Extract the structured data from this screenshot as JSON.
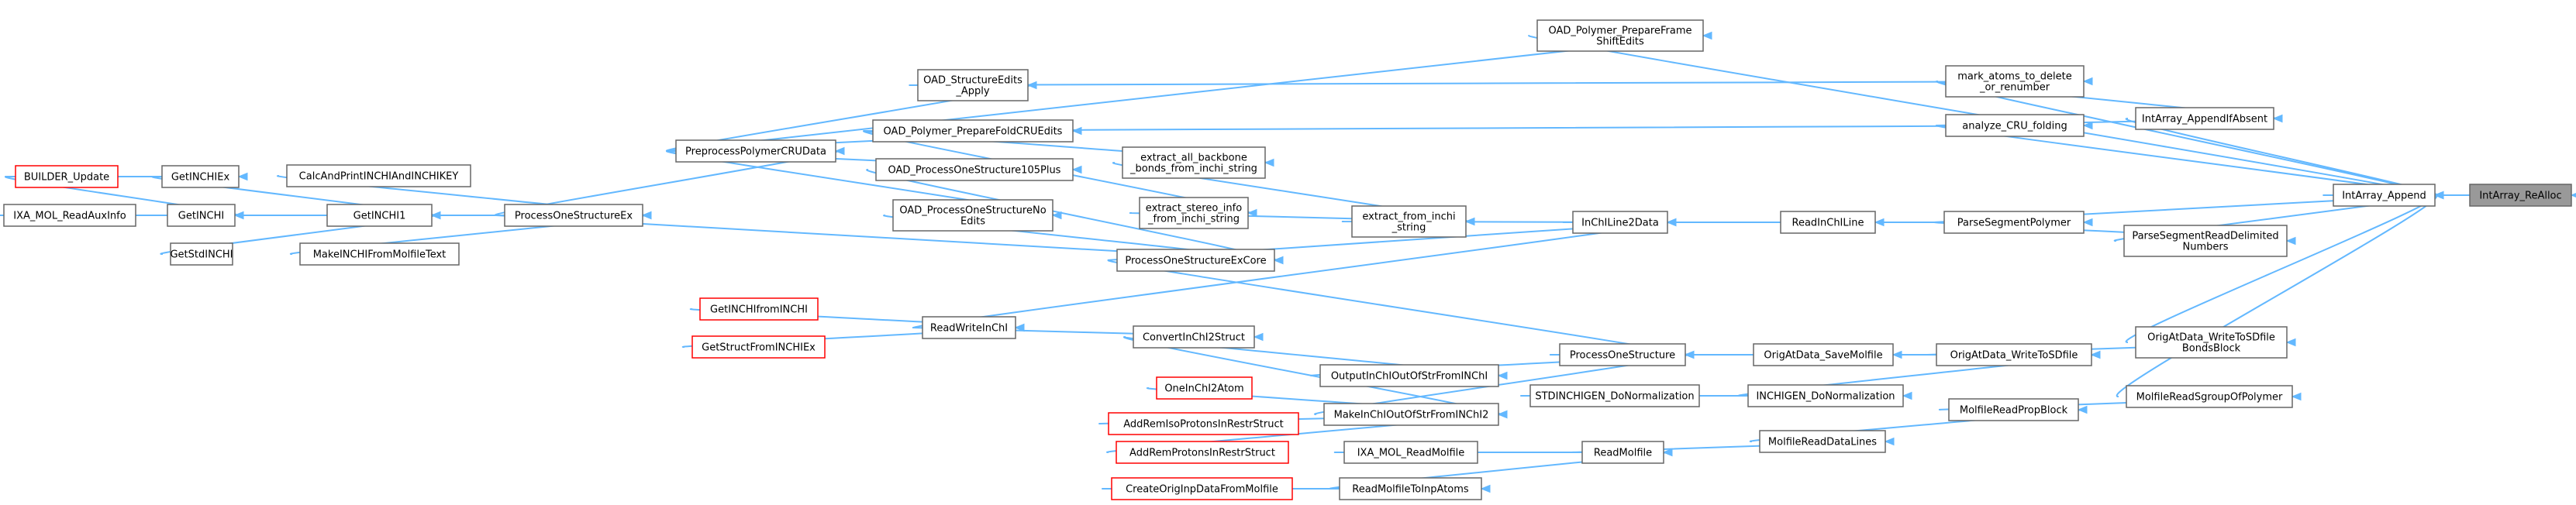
{
  "graph": {
    "nodes": [
      {
        "id": "IntArray_ReAlloc",
        "label": [
          "IntArray_ReAlloc"
        ],
        "style": "root"
      },
      {
        "id": "IntArray_Append",
        "label": [
          "IntArray_Append"
        ],
        "style": "normal"
      },
      {
        "id": "IntArray_AppendIfAbsent",
        "label": [
          "IntArray_AppendIfAbsent"
        ],
        "style": "normal"
      },
      {
        "id": "ParseSegmentPolymer",
        "label": [
          "ParseSegmentPolymer"
        ],
        "style": "normal"
      },
      {
        "id": "ParseSegmentReadDelimitedNumbers",
        "label": [
          "ParseSegmentReadDelimited",
          "Numbers"
        ],
        "style": "normal"
      },
      {
        "id": "OrigAtData_WriteToSDfileBondsBlock",
        "label": [
          "OrigAtData_WriteToSDfile",
          "BondsBlock"
        ],
        "style": "normal"
      },
      {
        "id": "MolfileReadSgroupOfPolymer",
        "label": [
          "MolfileReadSgroupOfPolymer"
        ],
        "style": "normal"
      },
      {
        "id": "OAD_Polymer_PrepareFrameShiftEdits",
        "label": [
          "OAD_Polymer_PrepareFrame",
          "ShiftEdits"
        ],
        "style": "normal"
      },
      {
        "id": "mark_atoms_to_delete_or_renumber",
        "label": [
          "mark_atoms_to_delete",
          "_or_renumber"
        ],
        "style": "normal"
      },
      {
        "id": "analyze_CRU_folding",
        "label": [
          "analyze_CRU_folding"
        ],
        "style": "normal"
      },
      {
        "id": "ReadInChILine",
        "label": [
          "ReadInChILine"
        ],
        "style": "normal"
      },
      {
        "id": "OrigAtData_WriteToSDfile",
        "label": [
          "OrigAtData_WriteToSDfile"
        ],
        "style": "normal"
      },
      {
        "id": "MolfileReadPropBlock",
        "label": [
          "MolfileReadPropBlock"
        ],
        "style": "normal"
      },
      {
        "id": "OAD_StructureEdits_Apply",
        "label": [
          "OAD_StructureEdits",
          "_Apply"
        ],
        "style": "normal"
      },
      {
        "id": "OAD_Polymer_PrepareFoldCRUEdits",
        "label": [
          "OAD_Polymer_PrepareFoldCRUEdits"
        ],
        "style": "normal"
      },
      {
        "id": "InChILine2Data",
        "label": [
          "InChILine2Data"
        ],
        "style": "normal"
      },
      {
        "id": "OrigAtData_SaveMolfile",
        "label": [
          "OrigAtData_SaveMolfile"
        ],
        "style": "normal"
      },
      {
        "id": "INCHIGEN_DoNormalization",
        "label": [
          "INCHIGEN_DoNormalization"
        ],
        "style": "normal"
      },
      {
        "id": "MolfileReadDataLines",
        "label": [
          "MolfileReadDataLines"
        ],
        "style": "normal"
      },
      {
        "id": "PreprocessPolymerCRUData",
        "label": [
          "PreprocessPolymerCRUData"
        ],
        "style": "normal"
      },
      {
        "id": "extract_all_backbone_bonds_from_inchi_string",
        "label": [
          "extract_all_backbone",
          "_bonds_from_inchi_string"
        ],
        "style": "normal"
      },
      {
        "id": "extract_stereo_info_from_inchi_string",
        "label": [
          "extract_stereo_info",
          "_from_inchi_string"
        ],
        "style": "normal"
      },
      {
        "id": "extract_from_inchi_string",
        "label": [
          "extract_from_inchi",
          "_string"
        ],
        "style": "normal"
      },
      {
        "id": "ProcessOneStructureExCore",
        "label": [
          "ProcessOneStructureExCore"
        ],
        "style": "normal"
      },
      {
        "id": "ReadWriteInChI",
        "label": [
          "ReadWriteInChI"
        ],
        "style": "normal"
      },
      {
        "id": "ProcessOneStructure",
        "label": [
          "ProcessOneStructure"
        ],
        "style": "normal"
      },
      {
        "id": "STDINCHIGEN_DoNormalization",
        "label": [
          "STDINCHIGEN_DoNormalization"
        ],
        "style": "normal"
      },
      {
        "id": "ReadMolfile",
        "label": [
          "ReadMolfile"
        ],
        "style": "normal"
      },
      {
        "id": "ProcessOneStructureEx",
        "label": [
          "ProcessOneStructureEx"
        ],
        "style": "normal"
      },
      {
        "id": "OAD_ProcessOneStructure105Plus",
        "label": [
          "OAD_ProcessOneStructure105Plus"
        ],
        "style": "normal"
      },
      {
        "id": "OAD_ProcessOneStructureNoEdits",
        "label": [
          "OAD_ProcessOneStructureNo",
          "Edits"
        ],
        "style": "normal"
      },
      {
        "id": "GetINCHIfromINCHI",
        "label": [
          "GetINCHIfromINCHI"
        ],
        "style": "red"
      },
      {
        "id": "GetStructFromINCHIEx",
        "label": [
          "GetStructFromINCHIEx"
        ],
        "style": "red"
      },
      {
        "id": "ConvertInChI2Struct",
        "label": [
          "ConvertInChI2Struct"
        ],
        "style": "normal"
      },
      {
        "id": "OutputInChIOutOfStrFromINChI",
        "label": [
          "OutputInChIOutOfStrFromINChI"
        ],
        "style": "normal"
      },
      {
        "id": "MakeInChIOutOfStrFromINChI2",
        "label": [
          "MakeInChIOutOfStrFromINChI2"
        ],
        "style": "normal"
      },
      {
        "id": "IXA_MOL_ReadMolfile",
        "label": [
          "IXA_MOL_ReadMolfile"
        ],
        "style": "normal"
      },
      {
        "id": "ReadMolfileToInpAtoms",
        "label": [
          "ReadMolfileToInpAtoms"
        ],
        "style": "normal"
      },
      {
        "id": "OneInChI2Atom",
        "label": [
          "OneInChI2Atom"
        ],
        "style": "red"
      },
      {
        "id": "AddRemIsoProtonsInRestrStruct",
        "label": [
          "AddRemIsoProtonsInRestrStruct"
        ],
        "style": "red"
      },
      {
        "id": "AddRemProtonsInRestrStruct",
        "label": [
          "AddRemProtonsInRestrStruct"
        ],
        "style": "red"
      },
      {
        "id": "CreateOrigInpDataFromMolfile",
        "label": [
          "CreateOrigInpDataFromMolfile"
        ],
        "style": "red"
      },
      {
        "id": "CalcAndPrintINCHIAndINCHIKEY",
        "label": [
          "CalcAndPrintINCHIAndINCHIKEY"
        ],
        "style": "normal"
      },
      {
        "id": "GetINCHI1",
        "label": [
          "GetINCHI1"
        ],
        "style": "normal"
      },
      {
        "id": "MakeINCHIFromMolfileText",
        "label": [
          "MakeINCHIFromMolfileText"
        ],
        "style": "normal"
      },
      {
        "id": "GetINCHIEx",
        "label": [
          "GetINCHIEx"
        ],
        "style": "normal"
      },
      {
        "id": "GetINCHI",
        "label": [
          "GetINCHI"
        ],
        "style": "normal"
      },
      {
        "id": "GetStdINCHI",
        "label": [
          "GetStdINCHI"
        ],
        "style": "normal"
      },
      {
        "id": "BUILDER_Update",
        "label": [
          "BUILDER_Update"
        ],
        "style": "red"
      },
      {
        "id": "IXA_MOL_ReadAuxInfo",
        "label": [
          "IXA_MOL_ReadAuxInfo"
        ],
        "style": "normal"
      }
    ],
    "edges": [
      [
        "IntArray_Append",
        "IntArray_ReAlloc"
      ],
      [
        "IntArray_AppendIfAbsent",
        "IntArray_Append"
      ],
      [
        "ParseSegmentPolymer",
        "IntArray_Append"
      ],
      [
        "ParseSegmentReadDelimitedNumbers",
        "IntArray_Append"
      ],
      [
        "OrigAtData_WriteToSDfileBondsBlock",
        "IntArray_Append"
      ],
      [
        "MolfileReadSgroupOfPolymer",
        "IntArray_Append"
      ],
      [
        "OAD_Polymer_PrepareFrameShiftEdits",
        "IntArray_Append"
      ],
      [
        "mark_atoms_to_delete_or_renumber",
        "IntArray_Append"
      ],
      [
        "analyze_CRU_folding",
        "IntArray_Append"
      ],
      [
        "mark_atoms_to_delete_or_renumber",
        "IntArray_AppendIfAbsent"
      ],
      [
        "analyze_CRU_folding",
        "IntArray_AppendIfAbsent"
      ],
      [
        "ReadInChILine",
        "ParseSegmentPolymer"
      ],
      [
        "ParseSegmentPolymer",
        "ParseSegmentReadDelimitedNumbers"
      ],
      [
        "OrigAtData_WriteToSDfile",
        "OrigAtData_WriteToSDfileBondsBlock"
      ],
      [
        "MolfileReadPropBlock",
        "MolfileReadSgroupOfPolymer"
      ],
      [
        "PreprocessPolymerCRUData",
        "OAD_Polymer_PrepareFrameShiftEdits"
      ],
      [
        "OAD_StructureEdits_Apply",
        "mark_atoms_to_delete_or_renumber"
      ],
      [
        "OAD_Polymer_PrepareFoldCRUEdits",
        "analyze_CRU_folding"
      ],
      [
        "InChILine2Data",
        "ReadInChILine"
      ],
      [
        "OrigAtData_SaveMolfile",
        "OrigAtData_WriteToSDfile"
      ],
      [
        "INCHIGEN_DoNormalization",
        "OrigAtData_WriteToSDfile"
      ],
      [
        "MolfileReadDataLines",
        "MolfileReadPropBlock"
      ],
      [
        "PreprocessPolymerCRUData",
        "OAD_StructureEdits_Apply"
      ],
      [
        "PreprocessPolymerCRUData",
        "OAD_Polymer_PrepareFoldCRUEdits"
      ],
      [
        "extract_from_inchi_string",
        "InChILine2Data"
      ],
      [
        "ProcessOneStructure",
        "OrigAtData_SaveMolfile"
      ],
      [
        "STDINCHIGEN_DoNormalization",
        "INCHIGEN_DoNormalization"
      ],
      [
        "ReadMolfile",
        "MolfileReadDataLines"
      ],
      [
        "ProcessOneStructureEx",
        "PreprocessPolymerCRUData"
      ],
      [
        "OAD_Polymer_PrepareFoldCRUEdits",
        "extract_all_backbone_bonds_from_inchi_string"
      ],
      [
        "OAD_Polymer_PrepareFoldCRUEdits",
        "extract_stereo_info_from_inchi_string"
      ],
      [
        "extract_all_backbone_bonds_from_inchi_string",
        "extract_from_inchi_string"
      ],
      [
        "extract_stereo_info_from_inchi_string",
        "extract_from_inchi_string"
      ],
      [
        "ProcessOneStructureExCore",
        "InChILine2Data"
      ],
      [
        "ReadWriteInChI",
        "InChILine2Data"
      ],
      [
        "ProcessOneStructureExCore",
        "ProcessOneStructure"
      ],
      [
        "OutputInChIOutOfStrFromINChI",
        "ProcessOneStructure"
      ],
      [
        "MakeInChIOutOfStrFromINChI2",
        "ProcessOneStructure"
      ],
      [
        "IXA_MOL_ReadMolfile",
        "ReadMolfile"
      ],
      [
        "ReadMolfileToInpAtoms",
        "ReadMolfile"
      ],
      [
        "ProcessOneStructureEx",
        "ProcessOneStructureExCore"
      ],
      [
        "OAD_ProcessOneStructure105Plus",
        "ProcessOneStructureExCore"
      ],
      [
        "OAD_ProcessOneStructureNoEdits",
        "ProcessOneStructureExCore"
      ],
      [
        "PreprocessPolymerCRUData",
        "OAD_ProcessOneStructure105Plus"
      ],
      [
        "PreprocessPolymerCRUData",
        "OAD_ProcessOneStructureNoEdits"
      ],
      [
        "GetINCHIfromINCHI",
        "ReadWriteInChI"
      ],
      [
        "GetStructFromINCHIEx",
        "ReadWriteInChI"
      ],
      [
        "ReadWriteInChI",
        "ConvertInChI2Struct"
      ],
      [
        "ConvertInChI2Struct",
        "OutputInChIOutOfStrFromINChI"
      ],
      [
        "OneInChI2Atom",
        "MakeInChIOutOfStrFromINChI2"
      ],
      [
        "AddRemIsoProtonsInRestrStruct",
        "MakeInChIOutOfStrFromINChI2"
      ],
      [
        "AddRemProtonsInRestrStruct",
        "MakeInChIOutOfStrFromINChI2"
      ],
      [
        "ConvertInChI2Struct",
        "MakeInChIOutOfStrFromINChI2"
      ],
      [
        "CreateOrigInpDataFromMolfile",
        "ReadMolfileToInpAtoms"
      ],
      [
        "CalcAndPrintINCHIAndINCHIKEY",
        "ProcessOneStructureEx"
      ],
      [
        "GetINCHI1",
        "ProcessOneStructureEx"
      ],
      [
        "MakeINCHIFromMolfileText",
        "ProcessOneStructureEx"
      ],
      [
        "GetINCHIEx",
        "GetINCHI1"
      ],
      [
        "GetINCHI",
        "GetINCHI1"
      ],
      [
        "GetStdINCHI",
        "GetINCHI1"
      ],
      [
        "BUILDER_Update",
        "GetINCHIEx"
      ],
      [
        "BUILDER_Update",
        "GetINCHI"
      ],
      [
        "IXA_MOL_ReadAuxInfo",
        "GetINCHI"
      ]
    ]
  }
}
